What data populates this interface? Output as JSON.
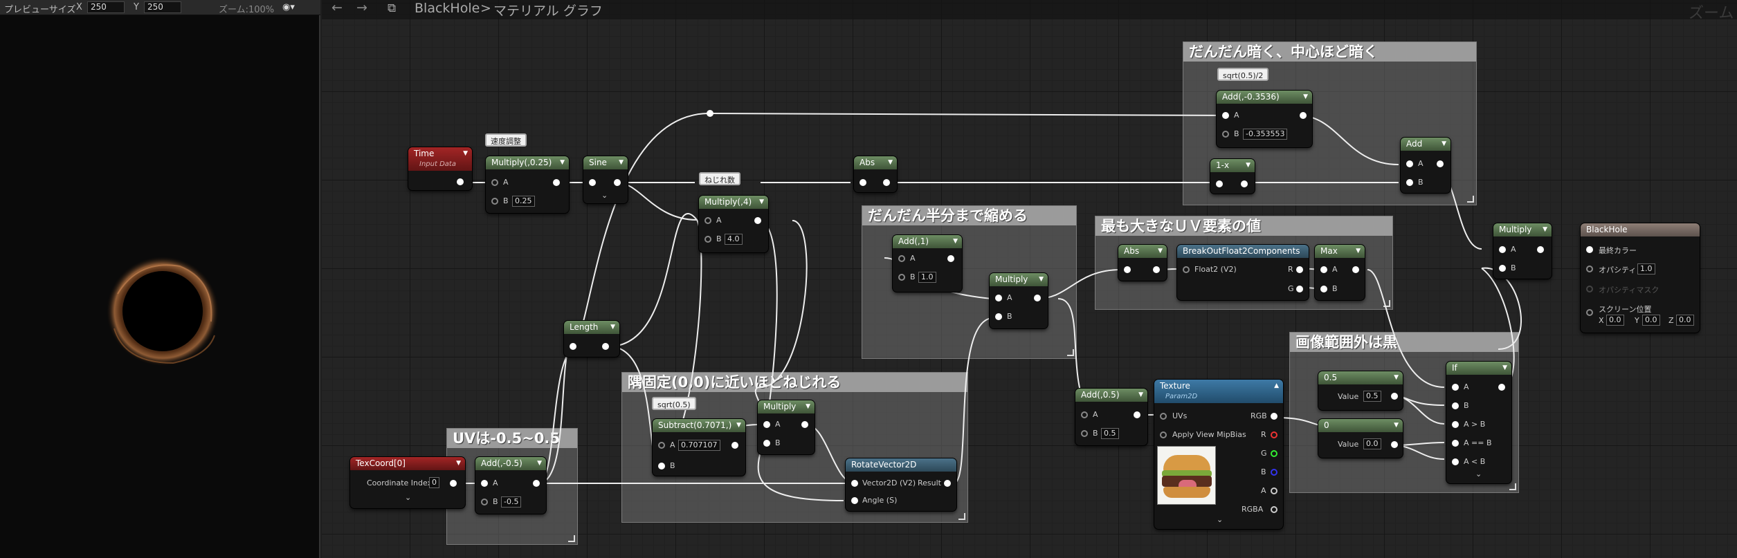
{
  "preview": {
    "size_label": "プレビューサイズ",
    "x_label": "X",
    "x_value": "250",
    "y_label": "Y",
    "y_value": "250",
    "zoom": "ズーム:100%"
  },
  "toolbar": {
    "breadcrumb_root": "BlackHole",
    "breadcrumb_sep": ">",
    "breadcrumb_page": "マテリアル グラフ",
    "zoom_overlay": "ズーム"
  },
  "comments": {
    "c1": "だんだん暗く、中心ほど暗く",
    "c2": "だんだん半分まで縮める",
    "c3": "最も大きなＵＶ要素の値",
    "c4": "隅固定(0,0)に近いほどねじれる",
    "c5": "UVは-0.5~0.5",
    "c6": "画像範囲外は黒"
  },
  "tags": {
    "t1": "速度調整",
    "t2": "ねじれ数",
    "t3": "sqrt(0.5)/2",
    "t4": "sqrt(0.5)"
  },
  "nodes": {
    "time": {
      "title": "Time",
      "sub": "Input Data"
    },
    "mul025": {
      "title": "Multiply(,0.25)",
      "a": "A",
      "b": "B",
      "bval": "0.25"
    },
    "sine": {
      "title": "Sine"
    },
    "mul4": {
      "title": "Multiply(,4)",
      "a": "A",
      "b": "B",
      "bval": "4.0"
    },
    "abs1": {
      "title": "Abs"
    },
    "add1": {
      "title": "Add(,1)",
      "a": "A",
      "b": "B",
      "bval": "1.0"
    },
    "mult1": {
      "title": "Multiply",
      "a": "A",
      "b": "B"
    },
    "abs2": {
      "title": "Abs"
    },
    "breakout": {
      "title": "BreakOutFloat2Components",
      "in": "Float2 (V2)",
      "r": "R",
      "g": "G"
    },
    "max": {
      "title": "Max",
      "a": "A",
      "b": "B"
    },
    "add3536": {
      "title": "Add(,-0.3536)",
      "a": "A",
      "b": "B",
      "bval": "-0.353553"
    },
    "onex": {
      "title": "1-x"
    },
    "add": {
      "title": "Add",
      "a": "A",
      "b": "B"
    },
    "multfinal": {
      "title": "Multiply",
      "a": "A",
      "b": "B"
    },
    "length": {
      "title": "Length"
    },
    "sub": {
      "title": "Subtract(0.7071,)",
      "a": "A",
      "aval": "0.707107",
      "b": "B"
    },
    "mult2": {
      "title": "Multiply",
      "a": "A",
      "b": "B"
    },
    "rotate": {
      "title": "RotateVector2D",
      "in1": "Vector2D (V2)",
      "in2": "Angle (S)",
      "out": "Result"
    },
    "texcoord": {
      "title": "TexCoord[0]",
      "label": "Coordinate Index",
      "val": "0"
    },
    "addm05": {
      "title": "Add(,-0.5)",
      "a": "A",
      "b": "B",
      "bval": "-0.5"
    },
    "add05": {
      "title": "Add(,0.5)",
      "a": "A",
      "b": "B",
      "bval": "0.5"
    },
    "texture": {
      "title": "Texture",
      "sub": "Param2D",
      "uvs": "UVs",
      "mip": "Apply View MipBias",
      "rgb": "RGB",
      "r": "R",
      "g": "G",
      "b": "B",
      "a": "A",
      "rgba": "RGBA"
    },
    "c05": {
      "title": "0.5",
      "label": "Value",
      "val": "0.5"
    },
    "c0": {
      "title": "0",
      "label": "Value",
      "val": "0.0"
    },
    "if": {
      "title": "If",
      "a": "A",
      "b": "B",
      "agtb": "A > B",
      "aeqb": "A == B",
      "altb": "A < B"
    },
    "blackhole": {
      "title": "BlackHole",
      "p1": "最終カラー",
      "p2": "オパシティ",
      "p2val": "1.0",
      "p3": "オパシティマスク",
      "p4": "スクリーン位置",
      "x": "X",
      "xv": "0.0",
      "y": "Y",
      "yv": "0.0",
      "z": "Z",
      "zv": "0.0"
    }
  },
  "colors": {
    "accent_green": "#4f6b46",
    "param_red": "#8a1e1e",
    "texture_blue": "#2f6489"
  }
}
